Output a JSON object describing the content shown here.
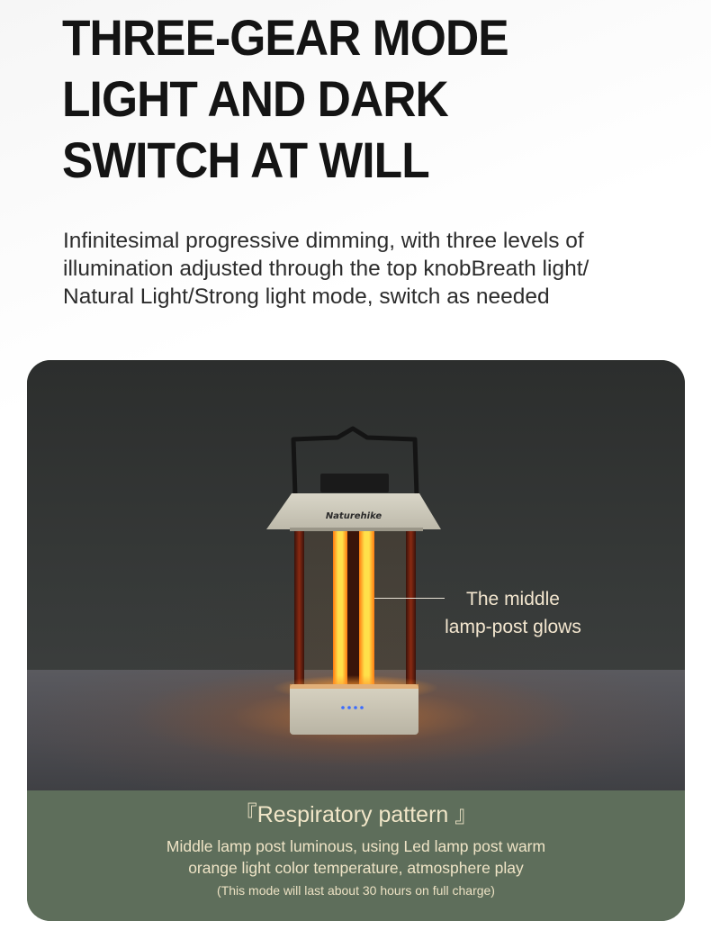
{
  "headline": {
    "lines": [
      "THREE-GEAR MODE",
      "LIGHT AND DARK",
      "SWITCH AT WILL"
    ]
  },
  "subtitle": {
    "lines": [
      "Infinitesimal progressive dimming, with three levels of",
      "illumination adjusted through the top knobBreath light/",
      "Natural Light/Strong light mode, switch as needed"
    ]
  },
  "product_image": {
    "brand_logo": "Naturehike",
    "callout": {
      "lines": [
        "The middle",
        "lamp-post glows"
      ]
    }
  },
  "mode": {
    "title": "『Respiratory pattern 』",
    "description_lines": [
      "Middle lamp post luminous, using Led lamp post warm",
      "orange light color temperature, atmosphere play"
    ],
    "note": "(This mode will last about 30 hours on full charge)"
  },
  "colors": {
    "headline": "#141414",
    "card_green": "#5e6e5b",
    "warm_text": "#f1e6c8",
    "glow_yellow": "#ffd21a",
    "glow_orange": "#ff8a1e"
  }
}
